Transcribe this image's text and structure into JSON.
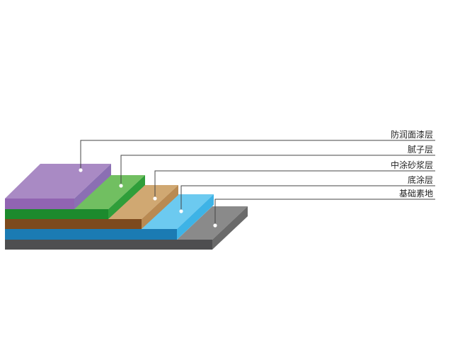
{
  "layers": [
    {
      "label": "防润面漆层",
      "top": "#a98ac4",
      "front": "#9164b2",
      "side": "#8b6fb3"
    },
    {
      "label": "腻子层",
      "top": "#71bf61",
      "front": "#1c8a2d",
      "side": "#2f9e3a"
    },
    {
      "label": "中涂砂浆层",
      "top": "#d0a872",
      "front": "#7d4a1d",
      "side": "#b98a52"
    },
    {
      "label": "底涂层",
      "top": "#6ccaf0",
      "front": "#1b7bb3",
      "side": "#3eb3e6"
    },
    {
      "label": "基础素地",
      "top": "#8a8a8a",
      "front": "#4e4e50",
      "side": "#6a6a6a"
    }
  ],
  "colors": {
    "leader": "#444444",
    "dot": "#ffffff"
  }
}
